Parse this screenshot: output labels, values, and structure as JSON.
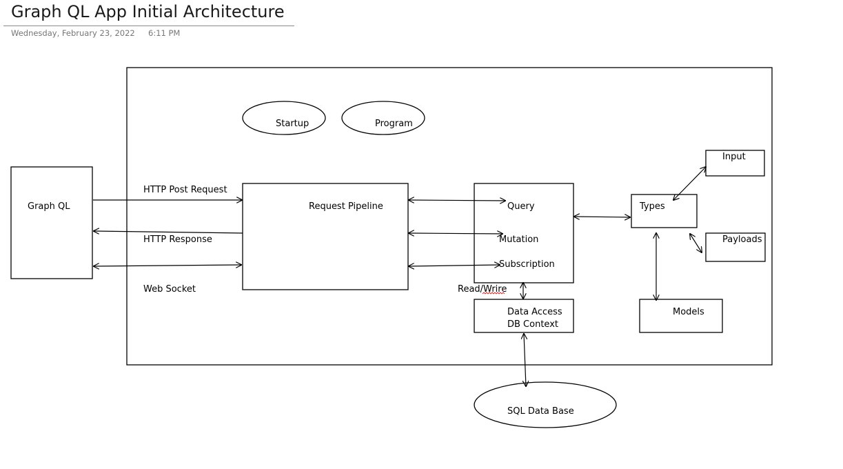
{
  "page": {
    "title": "Graph QL App Initial Architecture",
    "date": "Wednesday, February 23, 2022",
    "time": "6:11 PM"
  },
  "diagram": {
    "nodes": {
      "graphql": "Graph QL",
      "startup": "Startup",
      "program": "Program",
      "request_pipeline": "Request Pipeline",
      "query": "Query",
      "mutation": "Mutation",
      "subscription": "Subscription",
      "types": "Types",
      "input": "Input",
      "payloads": "Payloads",
      "models": "Models",
      "data_access_line1": "Data Access",
      "data_access_line2": "DB Context",
      "sql_database": "SQL Data Base"
    },
    "edge_labels": {
      "http_post": "HTTP Post Request",
      "http_response": "HTTP Response",
      "web_socket": "Web Socket",
      "read_write": "Read/Wrire"
    }
  }
}
